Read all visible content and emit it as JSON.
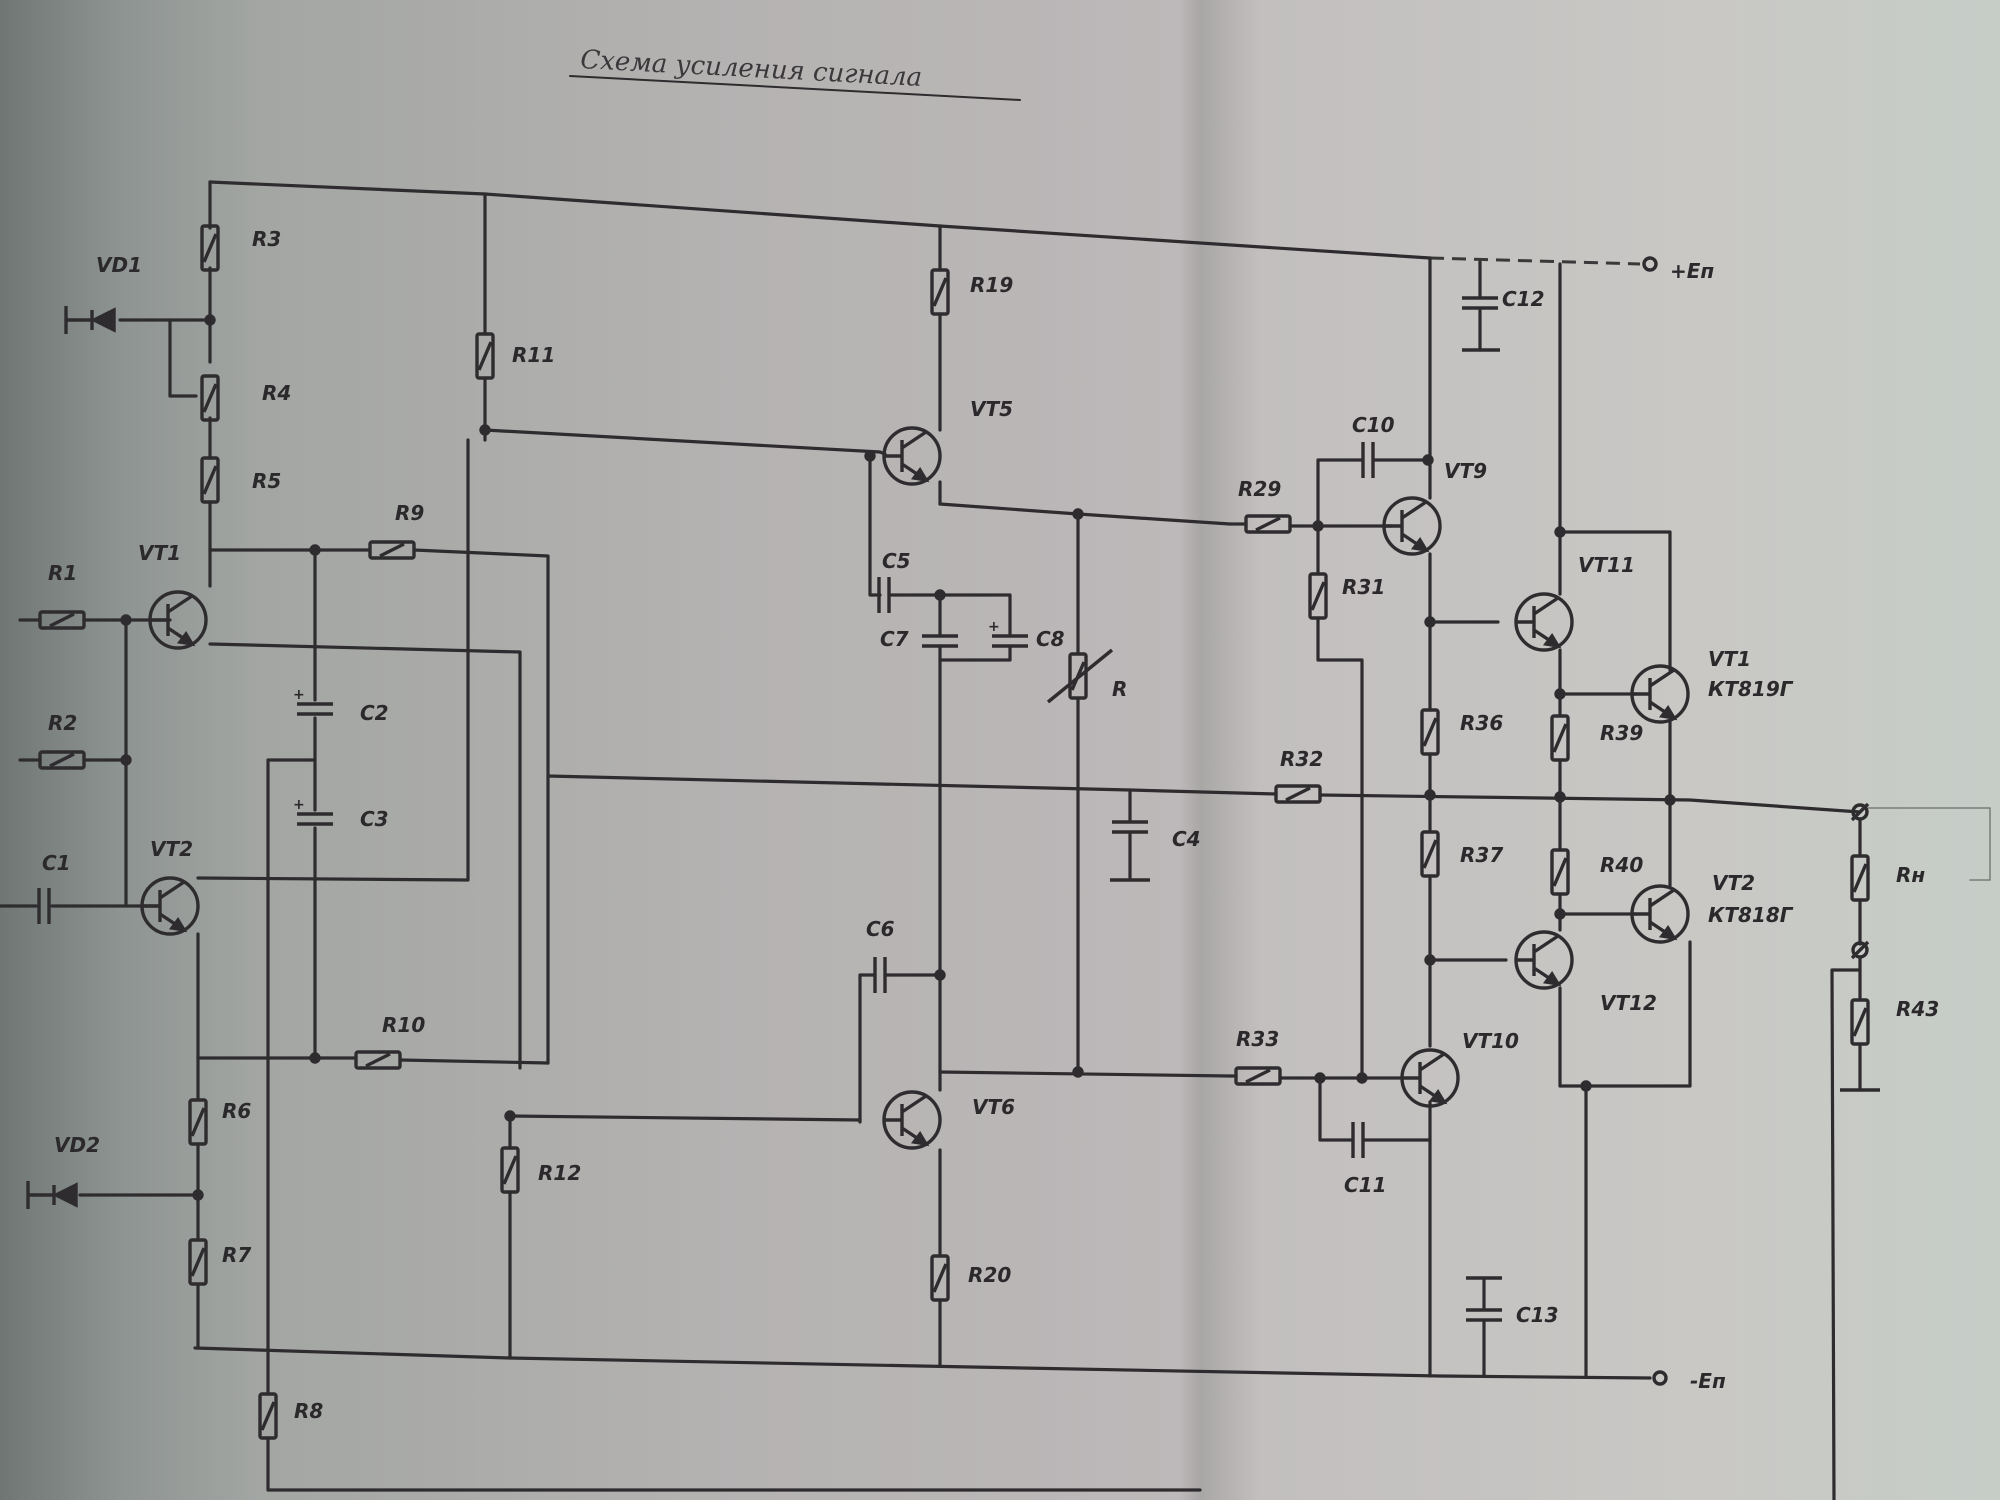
{
  "title": "Схема усиления сигнала",
  "supply": {
    "positive": "+Eп",
    "negative": "-Eп"
  },
  "resistors": [
    {
      "id": "R1",
      "label": "R1"
    },
    {
      "id": "R2",
      "label": "R2"
    },
    {
      "id": "R3",
      "label": "R3"
    },
    {
      "id": "R4",
      "label": "R4",
      "variable": true
    },
    {
      "id": "R5",
      "label": "R5"
    },
    {
      "id": "R6",
      "label": "R6"
    },
    {
      "id": "R7",
      "label": "R7"
    },
    {
      "id": "R8",
      "label": "R8"
    },
    {
      "id": "R9",
      "label": "R9"
    },
    {
      "id": "R10",
      "label": "R10"
    },
    {
      "id": "R11",
      "label": "R11"
    },
    {
      "id": "R12",
      "label": "R12"
    },
    {
      "id": "R19",
      "label": "R19"
    },
    {
      "id": "R20",
      "label": "R20"
    },
    {
      "id": "R",
      "label": "R",
      "variable": true
    },
    {
      "id": "R29",
      "label": "R29"
    },
    {
      "id": "R31",
      "label": "R31"
    },
    {
      "id": "R32",
      "label": "R32"
    },
    {
      "id": "R33",
      "label": "R33"
    },
    {
      "id": "R36",
      "label": "R36"
    },
    {
      "id": "R37",
      "label": "R37"
    },
    {
      "id": "R39",
      "label": "R39"
    },
    {
      "id": "R40",
      "label": "R40"
    },
    {
      "id": "Rн",
      "label": "Rн"
    },
    {
      "id": "R43",
      "label": "R43"
    }
  ],
  "capacitors": [
    {
      "id": "C1",
      "label": "C1"
    },
    {
      "id": "C2",
      "label": "C2",
      "polarized": true
    },
    {
      "id": "C3",
      "label": "C3",
      "polarized": true
    },
    {
      "id": "C4",
      "label": "C4"
    },
    {
      "id": "C5",
      "label": "C5"
    },
    {
      "id": "C6",
      "label": "C6"
    },
    {
      "id": "C7",
      "label": "C7"
    },
    {
      "id": "C8",
      "label": "C8",
      "polarized": true
    },
    {
      "id": "C10",
      "label": "C10"
    },
    {
      "id": "C11",
      "label": "C11"
    },
    {
      "id": "C12",
      "label": "C12"
    },
    {
      "id": "C13",
      "label": "C13"
    }
  ],
  "transistors": [
    {
      "id": "VT1",
      "label": "VT1"
    },
    {
      "id": "VT2",
      "label": "VT2"
    },
    {
      "id": "VT5",
      "label": "VT5"
    },
    {
      "id": "VT6",
      "label": "VT6"
    },
    {
      "id": "VT9",
      "label": "VT9"
    },
    {
      "id": "VT10",
      "label": "VT10"
    },
    {
      "id": "VT11",
      "label": "VT11"
    },
    {
      "id": "VT12",
      "label": "VT12"
    },
    {
      "id": "VT1_out",
      "label": "VT1",
      "part": "КТ819Г"
    },
    {
      "id": "VT2_out",
      "label": "VT2",
      "part": "КТ818Г"
    }
  ],
  "diodes": [
    {
      "id": "VD1",
      "label": "VD1"
    },
    {
      "id": "VD2",
      "label": "VD2"
    }
  ]
}
